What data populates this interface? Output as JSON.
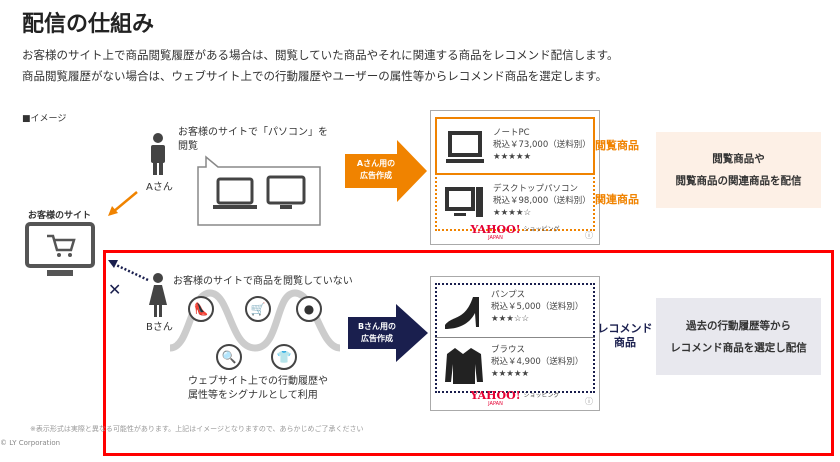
{
  "title": "配信の仕組み",
  "description": [
    "お客様のサイト上で商品閲覧履歴がある場合は、閲覧していた商品やそれに関連する商品をレコメンド配信します。",
    "商品閲覧履歴がない場合は、ウェブサイト上での行動履歴やユーザーの属性等からレコメンド商品を選定します。"
  ],
  "image_label": "■イメージ",
  "site_label": "お客様のサイト",
  "user_a": {
    "name": "Aさん",
    "caption": [
      "お客様のサイトで「パソコン」を",
      "閲覧"
    ],
    "arrow": [
      "Aさん用の",
      "広告作成"
    ]
  },
  "ad_a": {
    "items": [
      {
        "name": "ノートPC",
        "price": "税込￥73,000（送料別）",
        "stars": "★★★★★",
        "icon": "laptop-icon"
      },
      {
        "name": "デスクトップパソコン",
        "price": "税込￥98,000（送料別）",
        "stars": "★★★★☆",
        "icon": "desktop-icon"
      }
    ],
    "labels": [
      "閲覧商品",
      "関連商品"
    ],
    "brand": "YAHOO!",
    "brand_sub": "ショッピング",
    "brand_jp": "JAPAN"
  },
  "panel_a": [
    "閲覧商品や",
    "閲覧商品の関連商品を配信"
  ],
  "user_b": {
    "name": "Bさん",
    "caption": "お客様のサイトで商品を閲覧していない",
    "signal": [
      "ウェブサイト上での行動履歴や",
      "属性等をシグナルとして利用"
    ],
    "arrow": [
      "Bさん用の",
      "広告作成"
    ],
    "cross": "✕"
  },
  "ad_b": {
    "items": [
      {
        "name": "パンプス",
        "price": "税込￥5,000（送料別）",
        "stars": "★★★☆☆",
        "icon": "pumps-icon"
      },
      {
        "name": "ブラウス",
        "price": "税込￥4,900（送料別）",
        "stars": "★★★★★",
        "icon": "blouse-icon"
      }
    ],
    "label": [
      "レコメンド",
      "商品"
    ],
    "brand": "YAHOO!",
    "brand_sub": "ショッピング",
    "brand_jp": "JAPAN"
  },
  "panel_b": [
    "過去の行動履歴等から",
    "レコメンド商品を選定し配信"
  ],
  "footnote": "※表示形式は実際と異なる可能性があります。上記はイメージとなりますので、あらかじめご了承ください",
  "copyright": "© LY Corporation",
  "colors": {
    "orange": "#f08300",
    "navy": "#1a1f4e",
    "red": "#ff0000",
    "peach": "#fdf0e6",
    "grey": "#e8e8ee"
  }
}
